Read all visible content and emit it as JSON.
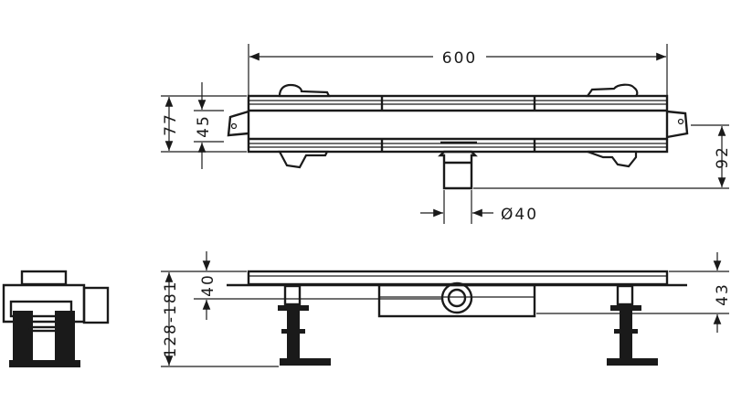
{
  "drawing": {
    "top_view": {
      "length_label": "600",
      "outer_width_label": "77",
      "inner_width_label": "45",
      "outlet_depth_label": "92",
      "outlet_diameter_label": "Ø40"
    },
    "side_view": {
      "height_range_label": "128-181",
      "channel_depth_label": "40",
      "outlet_center_label": "43"
    },
    "colors": {
      "line": "#1a1a1a",
      "background": "#ffffff"
    }
  }
}
